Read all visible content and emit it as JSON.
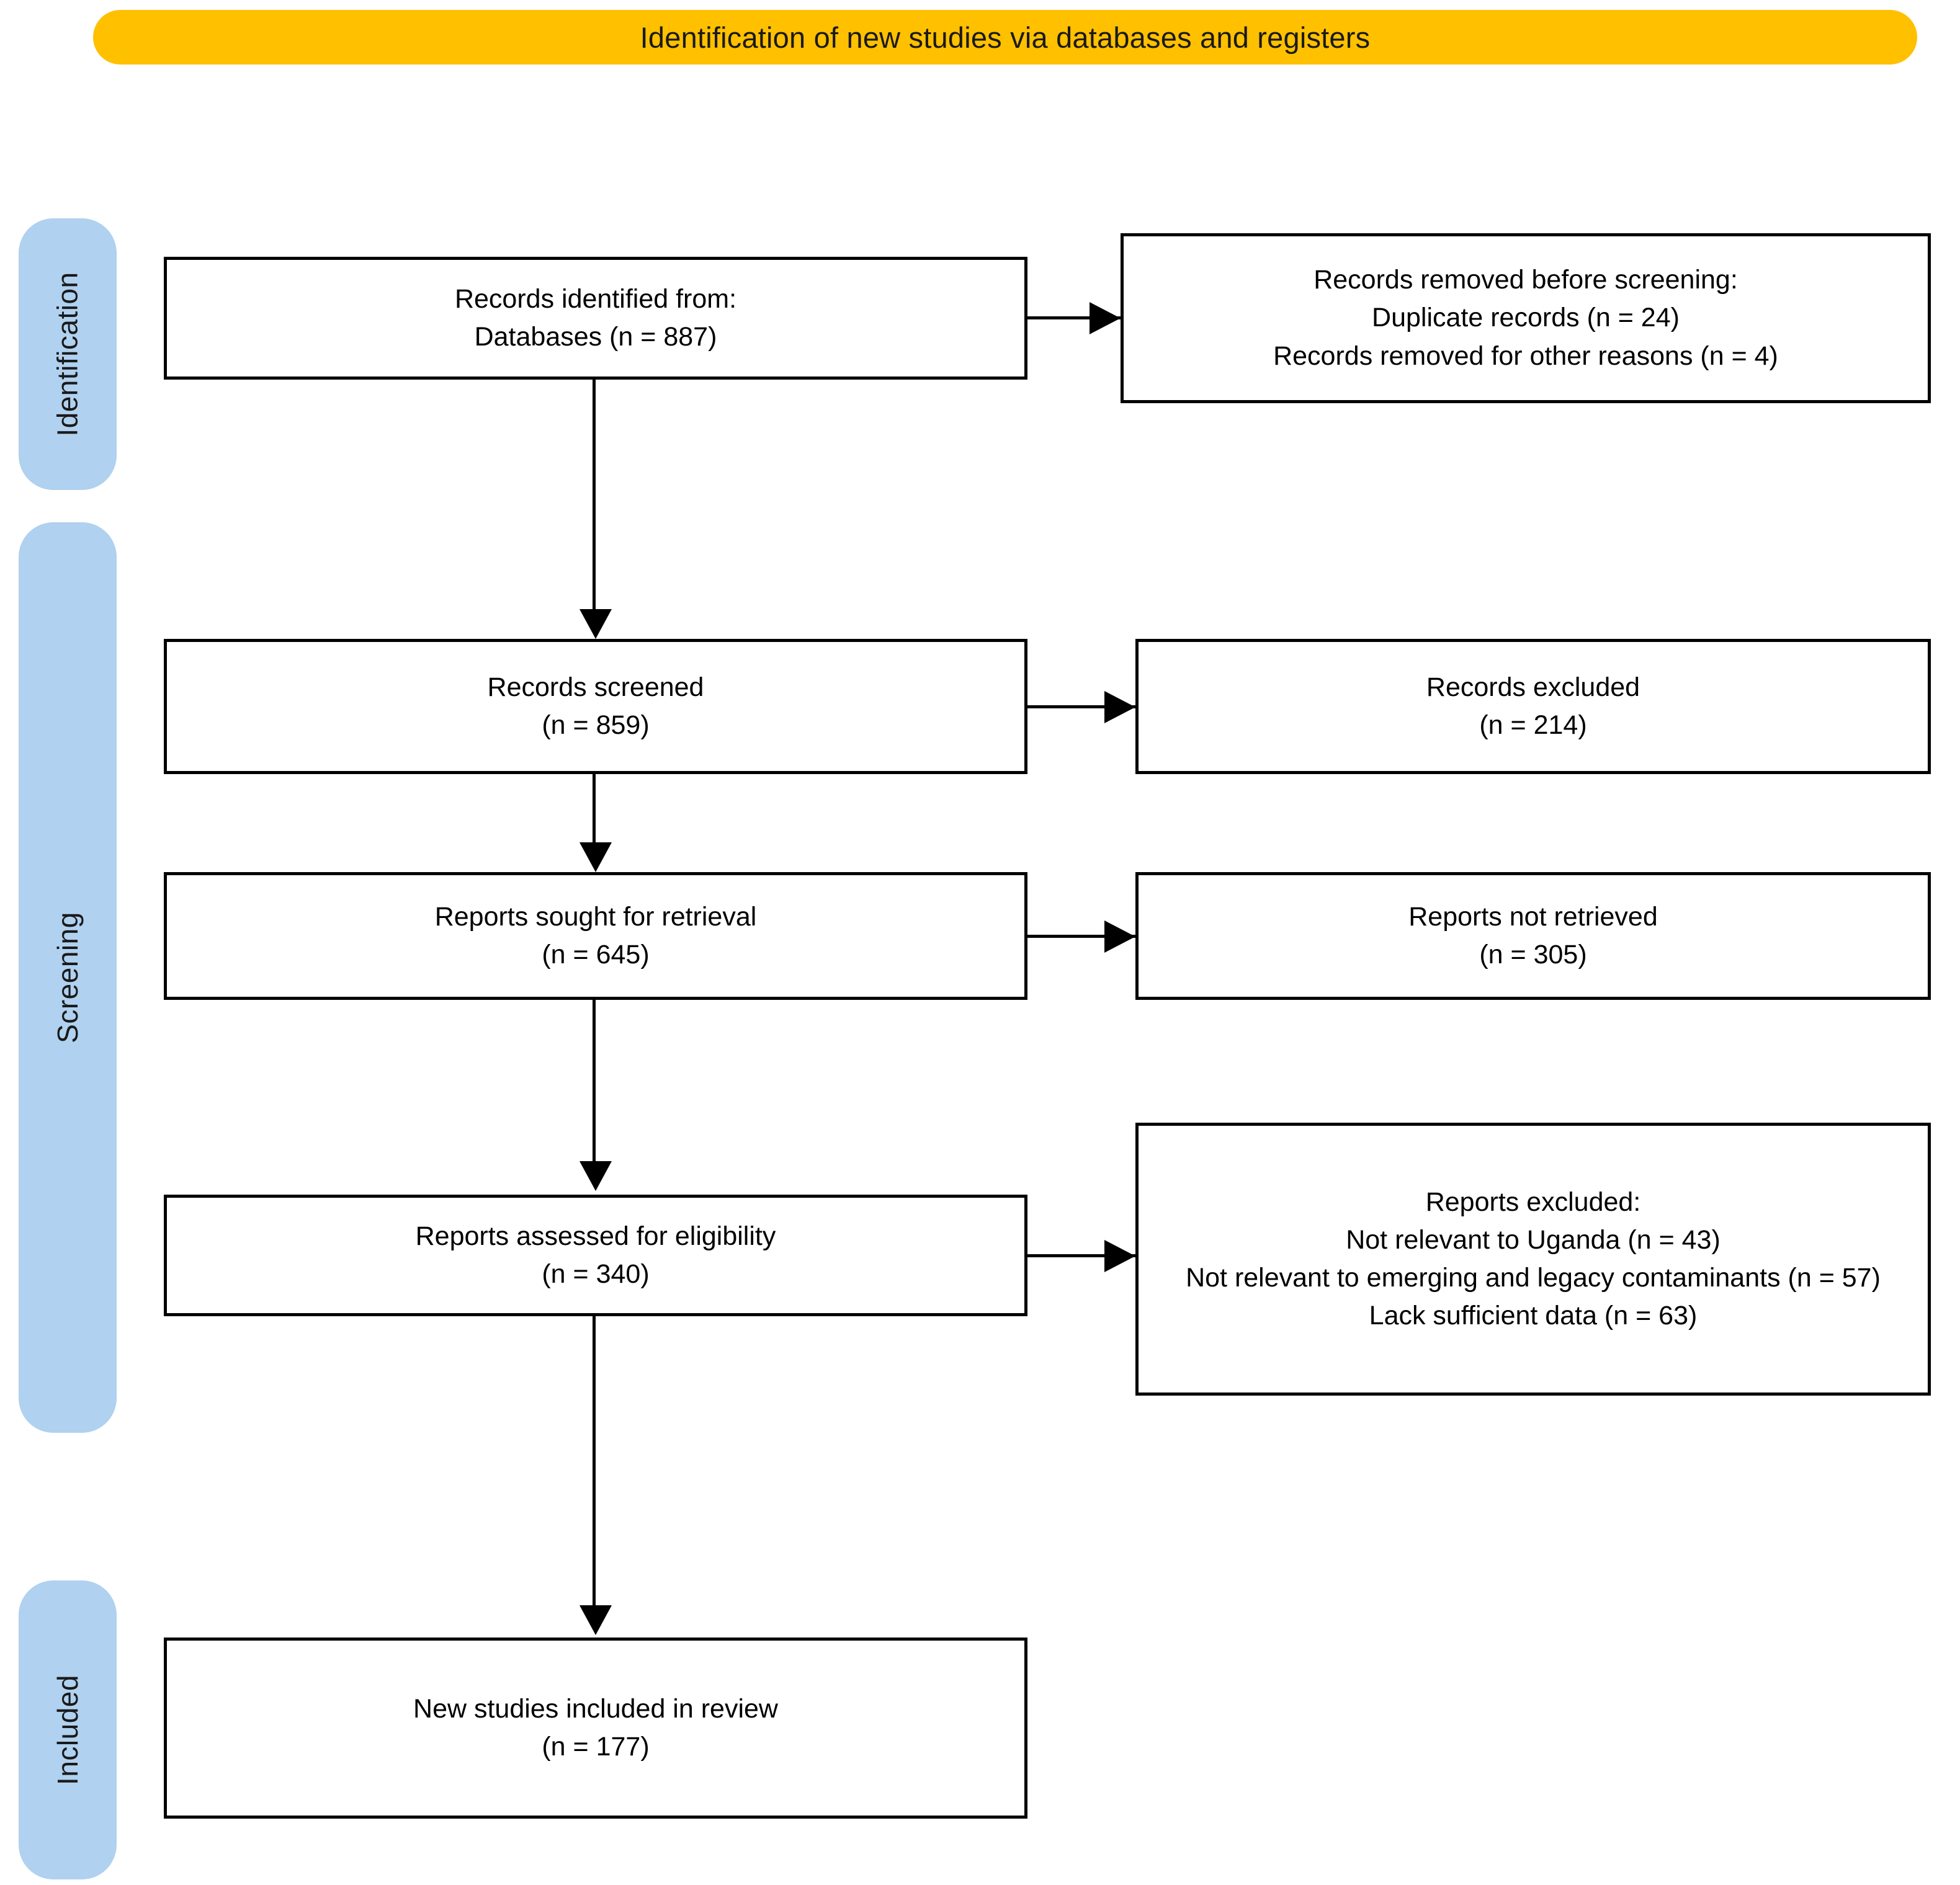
{
  "header": {
    "title": "Identification of new studies via databases and registers",
    "color": "#FFC000"
  },
  "stages": {
    "color": "#B0D1F0",
    "identification": "Identification",
    "screening": "Screening",
    "included": "Included"
  },
  "boxes": {
    "identified": {
      "line1": "Records identified from:",
      "line2": "Databases (n = 887)"
    },
    "removed": {
      "line1": "Records removed before screening:",
      "line2": "Duplicate records (n = 24)",
      "line3": "Records removed for other reasons (n = 4)"
    },
    "screened": {
      "line1": "Records screened",
      "line2": "(n = 859)"
    },
    "records_excluded": {
      "line1": "Records excluded",
      "line2": "(n = 214)"
    },
    "sought": {
      "line1": "Reports sought for retrieval",
      "line2": "(n = 645)"
    },
    "not_retrieved": {
      "line1": "Reports not retrieved",
      "line2": "(n = 305)"
    },
    "assessed": {
      "line1": "Reports assessed for eligibility",
      "line2": "(n = 340)"
    },
    "reports_excluded": {
      "line1": "Reports excluded:",
      "line2": "Not relevant to Uganda (n = 43)",
      "line3": "Not relevant to emerging and legacy contaminants (n = 57)",
      "line4": "Lack sufficient data (n = 63)"
    },
    "included": {
      "line1": "New studies included in review",
      "line2": "(n = 177)"
    }
  },
  "chart_data": {
    "type": "diagram",
    "title": "Identification of new studies via databases and registers",
    "diagram_kind": "PRISMA 2020 flow diagram",
    "stages": [
      "Identification",
      "Screening",
      "Included"
    ],
    "nodes": [
      {
        "id": "identified",
        "stage": "Identification",
        "label": "Records identified from: Databases",
        "n": 887
      },
      {
        "id": "removed",
        "stage": "Identification",
        "label": "Records removed before screening",
        "items": [
          {
            "label": "Duplicate records",
            "n": 24
          },
          {
            "label": "Records removed for other reasons",
            "n": 4
          }
        ]
      },
      {
        "id": "screened",
        "stage": "Screening",
        "label": "Records screened",
        "n": 859
      },
      {
        "id": "records_excluded",
        "stage": "Screening",
        "label": "Records excluded",
        "n": 214
      },
      {
        "id": "sought",
        "stage": "Screening",
        "label": "Reports sought for retrieval",
        "n": 645
      },
      {
        "id": "not_retrieved",
        "stage": "Screening",
        "label": "Reports not retrieved",
        "n": 305
      },
      {
        "id": "assessed",
        "stage": "Screening",
        "label": "Reports assessed for eligibility",
        "n": 340
      },
      {
        "id": "reports_excluded",
        "stage": "Screening",
        "label": "Reports excluded",
        "items": [
          {
            "label": "Not relevant to Uganda",
            "n": 43
          },
          {
            "label": "Not relevant to emerging and legacy contaminants",
            "n": 57
          },
          {
            "label": "Lack sufficient data",
            "n": 63
          }
        ]
      },
      {
        "id": "included",
        "stage": "Included",
        "label": "New studies included in review",
        "n": 177
      }
    ],
    "edges": [
      {
        "from": "identified",
        "to": "removed",
        "direction": "right"
      },
      {
        "from": "identified",
        "to": "screened",
        "direction": "down"
      },
      {
        "from": "screened",
        "to": "records_excluded",
        "direction": "right"
      },
      {
        "from": "screened",
        "to": "sought",
        "direction": "down"
      },
      {
        "from": "sought",
        "to": "not_retrieved",
        "direction": "right"
      },
      {
        "from": "sought",
        "to": "assessed",
        "direction": "down"
      },
      {
        "from": "assessed",
        "to": "reports_excluded",
        "direction": "right"
      },
      {
        "from": "assessed",
        "to": "included",
        "direction": "down"
      }
    ]
  }
}
